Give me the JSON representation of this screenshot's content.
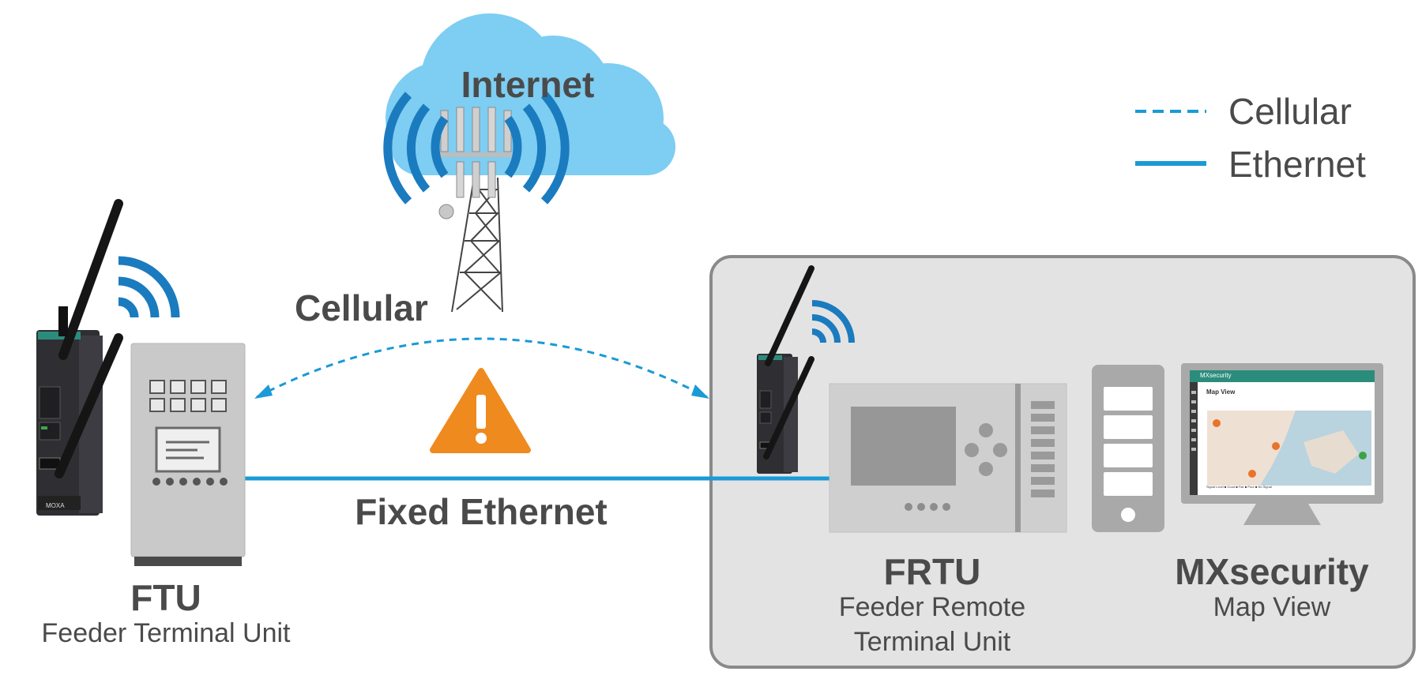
{
  "cloud": {
    "label": "Internet"
  },
  "legend": {
    "items": [
      {
        "label": "Cellular",
        "style": "dashed"
      },
      {
        "label": "Ethernet",
        "style": "solid"
      }
    ]
  },
  "cellular_label": "Cellular",
  "ethernet_label": "Fixed Ethernet",
  "ftu": {
    "title": "FTU",
    "subtitle": "Feeder Terminal Unit"
  },
  "frtu": {
    "title": "FRTU",
    "subtitle_line1": "Feeder Remote",
    "subtitle_line2": "Terminal Unit"
  },
  "mxsecurity": {
    "title": "MXsecurity",
    "subtitle": "Map View",
    "screen_app_name": "MXsecurity",
    "screen_page_title": "Map View",
    "screen_legend": "Signal Level ■ Good ■ Fair ■ Poor ■ No Signal"
  },
  "router_brand": "MOXA",
  "colors": {
    "link_blue": "#1a9ad6",
    "signal_blue": "#1b7bbf",
    "cloud": "#7ecdf2",
    "warning": "#ef8a1f",
    "text": "#4a4a4a",
    "site_box": "#e3e3e3",
    "site_border": "#8a8a8a",
    "moxa_teal": "#2b8c7c"
  },
  "icons": [
    "cloud-icon",
    "cell-tower-icon",
    "warning-icon",
    "router-icon",
    "cabinet-icon",
    "server-icon",
    "monitor-icon",
    "wifi-icon"
  ]
}
